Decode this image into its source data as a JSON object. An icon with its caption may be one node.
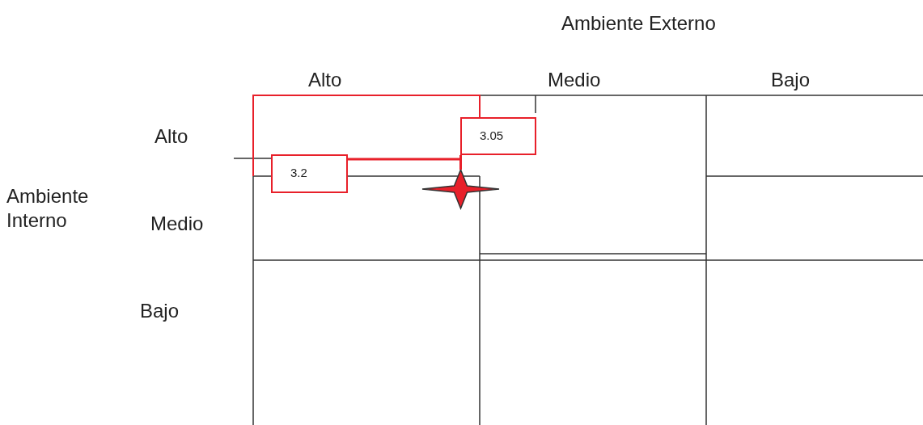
{
  "diagram": {
    "nodes": [
      {
        "text": [
          "3.2"
        ]
      },
      {
        "text": [
          "3.05"
        ]
      },
      {
        "text": [],
        "shape": "star"
      }
    ],
    "edges": [
      {
        "from": 0,
        "to": 2,
        "arrow": "none"
      },
      {
        "from": 1,
        "to": 2,
        "arrow": "none"
      }
    ],
    "labels": [
      "Ambiente Externo",
      "Alto",
      "Medio",
      "Bajo",
      "Alto",
      "Ambiente Interno",
      "Medio",
      "Bajo"
    ]
  }
}
